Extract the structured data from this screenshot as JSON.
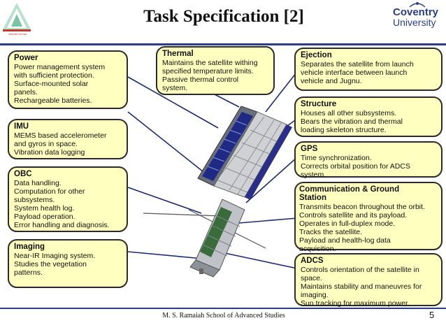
{
  "header": {
    "title": "Task Specification [2]",
    "logo_left_caption": "ultimate trends",
    "logo_right_line1": "Coventry",
    "logo_right_line2": "University"
  },
  "boxes": {
    "power": {
      "title": "Power",
      "lines": [
        "Power management system",
        "with sufficient protection.",
        "Surface-mounted solar",
        "panels.",
        "Rechargeable batteries."
      ]
    },
    "imu": {
      "title": "IMU",
      "lines": [
        "MEMS based accelerometer",
        "and gyros in space.",
        "Vibration data logging"
      ]
    },
    "obc": {
      "title": "OBC",
      "lines": [
        "Data handling.",
        "Computation for other",
        "subsystems.",
        "System health log.",
        "Payload operation.",
        "Error handling and diagnosis."
      ]
    },
    "imaging": {
      "title": "Imaging",
      "lines": [
        "Near-IR Imaging system.",
        "Studies the vegetation",
        "patterns."
      ]
    },
    "thermal": {
      "title": "Thermal",
      "lines": [
        "Maintains the satellite withing",
        "specified temperature limits.",
        "Passive thermal control",
        "system."
      ]
    },
    "ejection": {
      "title": "Ejection",
      "lines": [
        "Separates the satellite from launch",
        "vehicle interface between launch",
        "vehicle and Jugnu."
      ]
    },
    "structure": {
      "title": "Structure",
      "lines": [
        "Houses all other subsystems.",
        "Bears the vibration and thermal",
        "loading skeleton structure."
      ]
    },
    "gps": {
      "title": "GPS",
      "lines": [
        "Time synchronization.",
        "Corrects orbital position for ADCS",
        "system."
      ]
    },
    "comm": {
      "title": "Communication & Ground",
      "title2": "Station",
      "lines": [
        "Transmits beacon throughout the orbit.",
        "Controls satellite and its payload.",
        "Operates in full-duplex mode.",
        "Tracks the satellite.",
        "Payload and health-log data",
        "acquisition."
      ]
    },
    "adcs": {
      "title": "ADCS",
      "lines": [
        "Controls orientation of the satellite in",
        "space.",
        "Maintains stability and maneuvres for",
        "imaging.",
        "Sun tracking for maximum power."
      ]
    }
  },
  "footer": {
    "text": "M. S. Ramaiah School of Advanced Studies",
    "page": "5"
  },
  "colors": {
    "box_fill": "#ffffbf",
    "accent_blue": "#2a3e86"
  }
}
